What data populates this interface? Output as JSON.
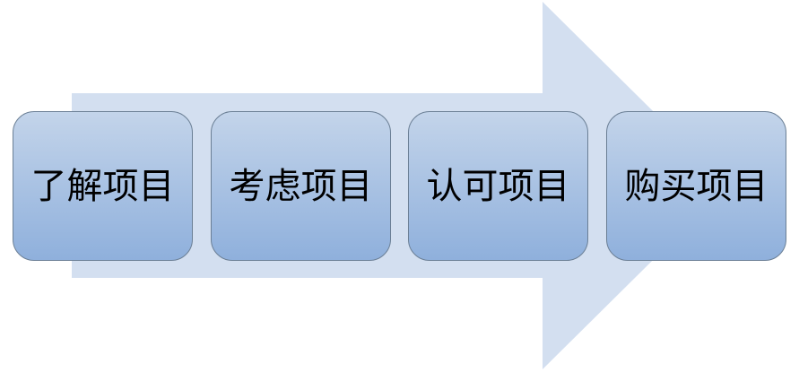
{
  "diagram": {
    "arrow_color": "#d3dff0",
    "box_border_color": "#6b7f95",
    "steps": [
      {
        "label": "了解项目"
      },
      {
        "label": "考虑项目"
      },
      {
        "label": "认可项目"
      },
      {
        "label": "购买项目"
      }
    ]
  }
}
